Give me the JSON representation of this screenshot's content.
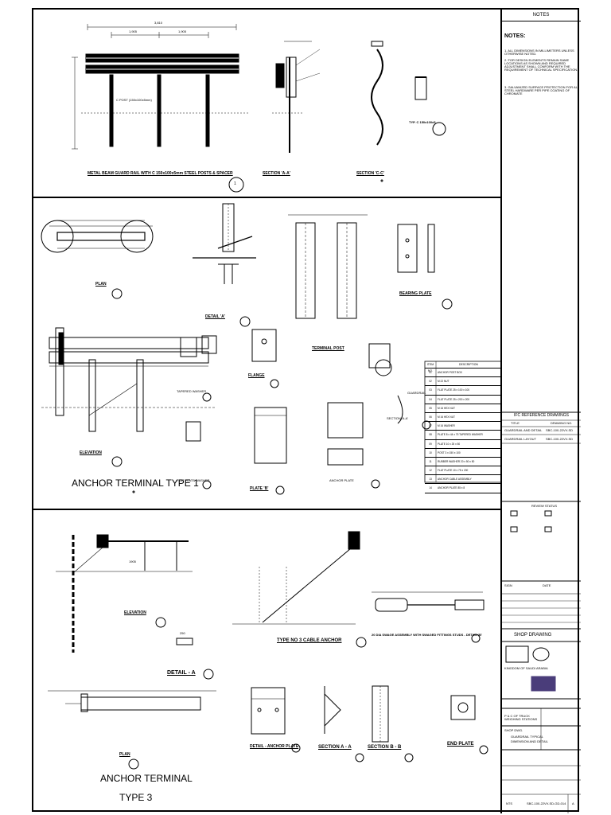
{
  "notes": {
    "header": "NOTES",
    "title": "NOTES:",
    "items": [
      "1. ALL DIMENSIONS IN MILLIMETERS UNLESS OTHERWISE NOTED.",
      "2. FOR DESIGN ELEMENTS REMAIN SAME LOCATIONS AS SHOWN AND REQUIRED ADJUSTMENT SHALL CONFORM WITH THE REQUIREMENT OF TECHNICAL SPECIFICATION.",
      "3. GALVANIZED SURFACE PROTECTION FOR ALL STEEL HARDWARE PER PIPE COATING OF CHROMATE"
    ]
  },
  "view1": {
    "caption": "METAL BEAM GUARD RAIL WITH C 150x100x5mm STEEL POSTS & SPACER",
    "number": "1",
    "dim_total": "3,810",
    "dim_a": "1,905",
    "dim_b": "1,905",
    "post_label": "C POST (150x100x5mm)"
  },
  "section_aa": {
    "caption": "SECTION 'A-A'"
  },
  "section_cc": {
    "caption": "SECTION 'C-C'",
    "typ_label": "TYP. C 150x100x5"
  },
  "anchor1": {
    "title": "ANCHOR TERMINAL TYPE 1",
    "plan": "PLAN",
    "detail_a": "DETAIL 'A'",
    "elevation": "ELEVATION",
    "terminal_post": "TERMINAL POST",
    "bearing_plate": "BEARING PLATE",
    "flange": "FLANGE",
    "tapered_washer": "TAPERED WASHER",
    "flat_plate_washer": "FLAT PLATE WASHER",
    "plate_b": "PLATE 'B'",
    "anchor_plate": "ANCHOR PLATE",
    "section_aa": "SECTION 'A-A'",
    "guardrail": "GUARDRAIL",
    "table": {
      "headers": [
        "ITEM NO.",
        "DESCRIPTION"
      ],
      "rows": [
        [
          "01",
          "ANCHOR POST BOX"
        ],
        [
          "02",
          "M 22 NUT"
        ],
        [
          "03",
          "FLAT PLATE 25 x 100 x 100"
        ],
        [
          "04",
          "FLAT PLATE 25 x 200 x 200"
        ],
        [
          "05",
          "M 16 HEX NUT"
        ],
        [
          "06",
          "M 16 HEX NUT"
        ],
        [
          "07",
          "M 16 WASHER"
        ],
        [
          "08",
          "PLATE 8 x 44 x 75 TAPERED WASHER"
        ],
        [
          "09",
          "PLATE 10 x 25 x 50"
        ],
        [
          "10",
          "POST 3 x 150 x 100"
        ],
        [
          "11",
          "RUBBER WASHER 20 x 50 x 50"
        ],
        [
          "12",
          "FLAT PLATE 10 x 75 x 200"
        ],
        [
          "13",
          "ANCHOR CABLE ASSEMBLY"
        ],
        [
          "14",
          "ANCHOR PLATE 85 x 8"
        ]
      ]
    }
  },
  "ifc": {
    "title": "IFC REFERENCE DRAWINGS",
    "headers": [
      "TITLE",
      "DRAWING NO."
    ],
    "rows": [
      [
        "GUARDRAIL AND DETAIL",
        "SBC-100-22VV-SD"
      ],
      [
        "GUARDRAIL LAYOUT",
        "SBC-100-22VV-SD"
      ]
    ]
  },
  "review": {
    "title": "REVIEW STATUS"
  },
  "anchor3": {
    "title_line1": "ANCHOR TERMINAL",
    "title_line2": "TYPE 3",
    "elevation": "ELEVATION",
    "detail_a": "DETAIL - A",
    "plan": "PLAN",
    "cable_anchor": "TYPE NO 3 CABLE ANCHOR",
    "swage": "20 DIA SWAGE ASSEMBLY WITH SWAGED FITTINGS STUDS - DETAIL 'B'",
    "detail_anchor_plate": "DETAIL - ANCHOR PLATE",
    "section_aa": "SECTION A - A",
    "section_bb": "SECTION B - B",
    "end_plate": "END PLATE",
    "dim_1905": "1905",
    "dim_250": "250"
  },
  "titleblock": {
    "shop_drawing": "SHOP DRAWING",
    "kingdom": "KINGDOM OF SAUDI ARABIA",
    "project": "P & C OF TRUCK WEIGHING STATIONS",
    "title": "SHOP DWG.",
    "desc_line1": "GUARDRAIL TYPICAL",
    "desc_line2": "DIMENSION AND DETAIL",
    "scale": "NTS",
    "drawing_no": "SBC-100-22VV-SD-GD-014",
    "rev": "A",
    "sign": "SIGN",
    "date": "DATE"
  },
  "colors": {
    "line": "#000000",
    "paper": "#ffffff"
  }
}
